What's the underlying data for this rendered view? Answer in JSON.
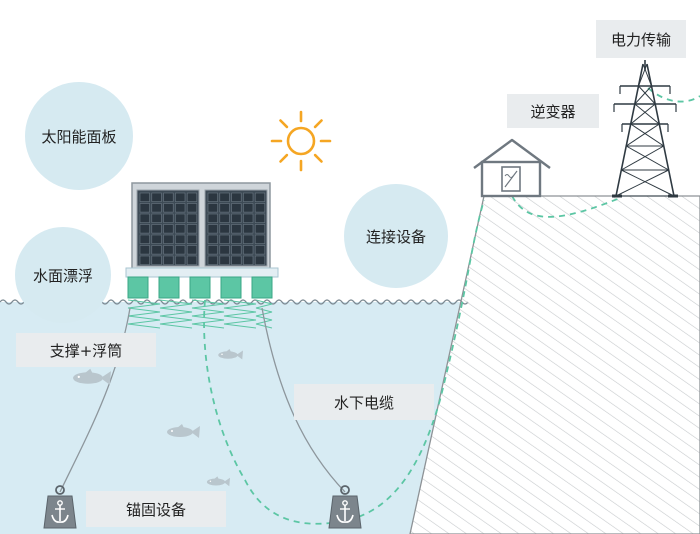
{
  "labels": {
    "solar_panel": "太阳能面板",
    "water_floating": "水面漂浮",
    "support_float": "支撑+浮筒",
    "connection_equipment": "连接设备",
    "underwater_cable": "水下电缆",
    "anchor_equipment": "锚固设备",
    "inverter": "逆变器",
    "power_transmission": "电力传输"
  },
  "colors": {
    "water": "#d7ebf3",
    "bubble": "#d6eaf1",
    "label_box": "#e9ecee",
    "float_green": "#5cc6a4",
    "cable_green": "#5cc6a4",
    "sun": "#f5a623",
    "panel_dark": "#3d4a55",
    "fish": "#b9c6cd"
  },
  "icons": {
    "sun": "sun-icon",
    "anchor": "anchor-icon",
    "fish": "fish-icon",
    "inverter_house": "house-icon",
    "tower": "transmission-tower-icon"
  }
}
